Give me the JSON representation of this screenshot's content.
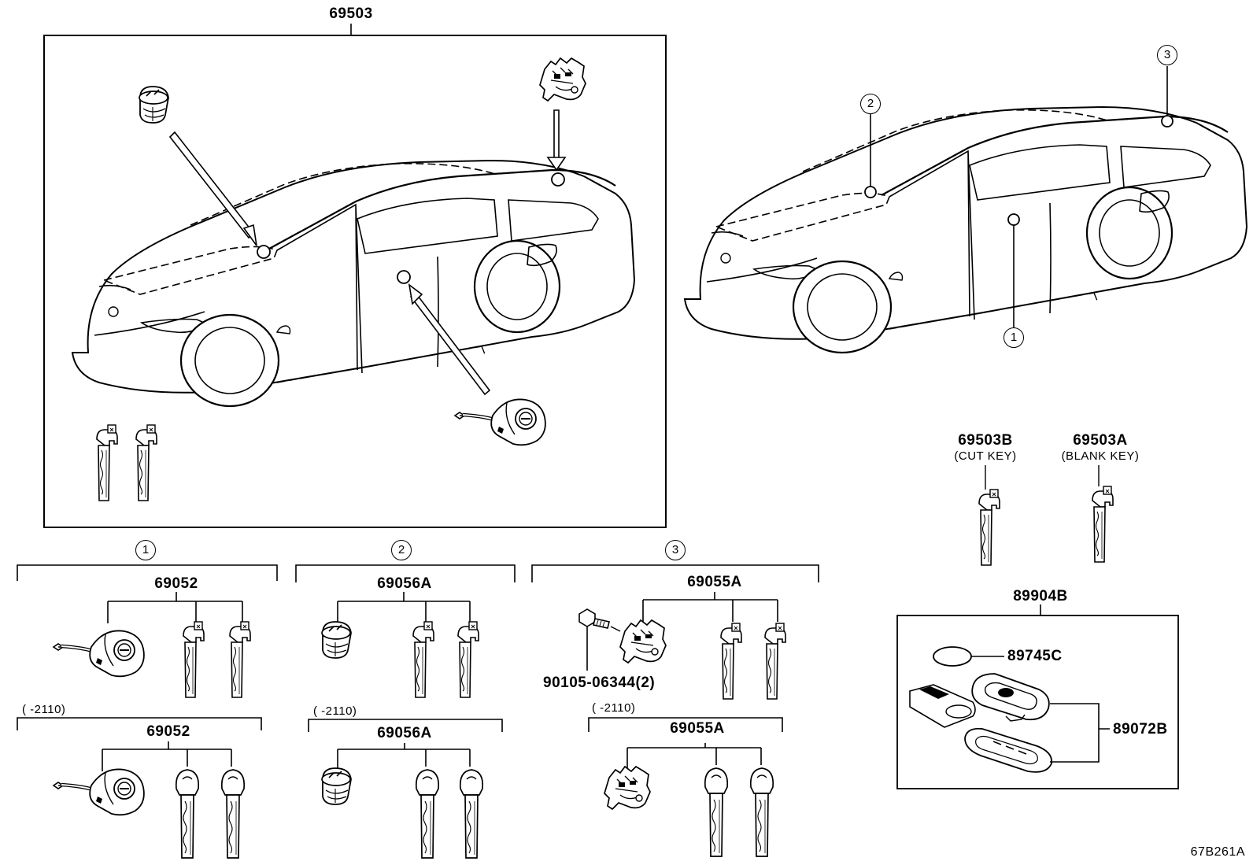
{
  "assembly": {
    "main": "69503"
  },
  "callouts": [
    "1",
    "2",
    "3"
  ],
  "keys": {
    "cut": {
      "part": "69503B",
      "desc": "(CUT KEY)"
    },
    "blank": {
      "part": "69503A",
      "desc": "(BLANK KEY)"
    }
  },
  "group1": {
    "part_a": "69052",
    "range": "(     -2110)",
    "part_b": "69052"
  },
  "group2": {
    "part_a": "69056A",
    "range": "(     -2110)",
    "part_b": "69056A"
  },
  "group3": {
    "part_a": "69055A",
    "bolt": "90105-06344(2)",
    "range": "(     -2110)",
    "part_b": "69055A"
  },
  "transmitter": {
    "assy": "89904B",
    "battery": "89745C",
    "case": "89072B"
  },
  "figure_code": "67B261A"
}
